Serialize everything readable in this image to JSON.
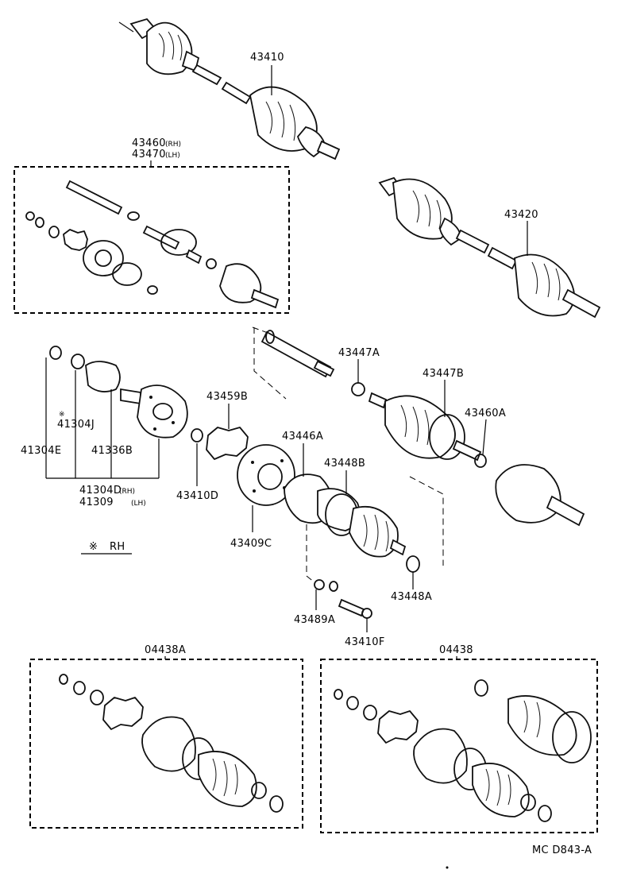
{
  "diagram": {
    "labels": {
      "p43410": "43410",
      "p43460": "43460",
      "p43460_suffix": "(RH)",
      "p43470": "43470",
      "p43470_suffix": "(LH)",
      "p43420": "43420",
      "p43447A": "43447A",
      "p43447B": "43447B",
      "p43460A": "43460A",
      "p43459B": "43459B",
      "p43446A": "43446A",
      "p43448B": "43448B",
      "p41304J_mark": "※",
      "p41304J": "41304J",
      "p41304E": "41304E",
      "p41336B": "41336B",
      "p41304D": "41304D",
      "p41304D_suffix": "(RH)",
      "p41309": "41309",
      "p41309_suffix": "(LH)",
      "p43410D": "43410D",
      "p43409C": "43409C",
      "p43448A": "43448A",
      "p43489A": "43489A",
      "p43410F": "43410F",
      "p04438A": "04438A",
      "p04438": "04438",
      "legend_mark": "※",
      "legend_text": "RH",
      "footer_code": "MC D843-A"
    }
  }
}
